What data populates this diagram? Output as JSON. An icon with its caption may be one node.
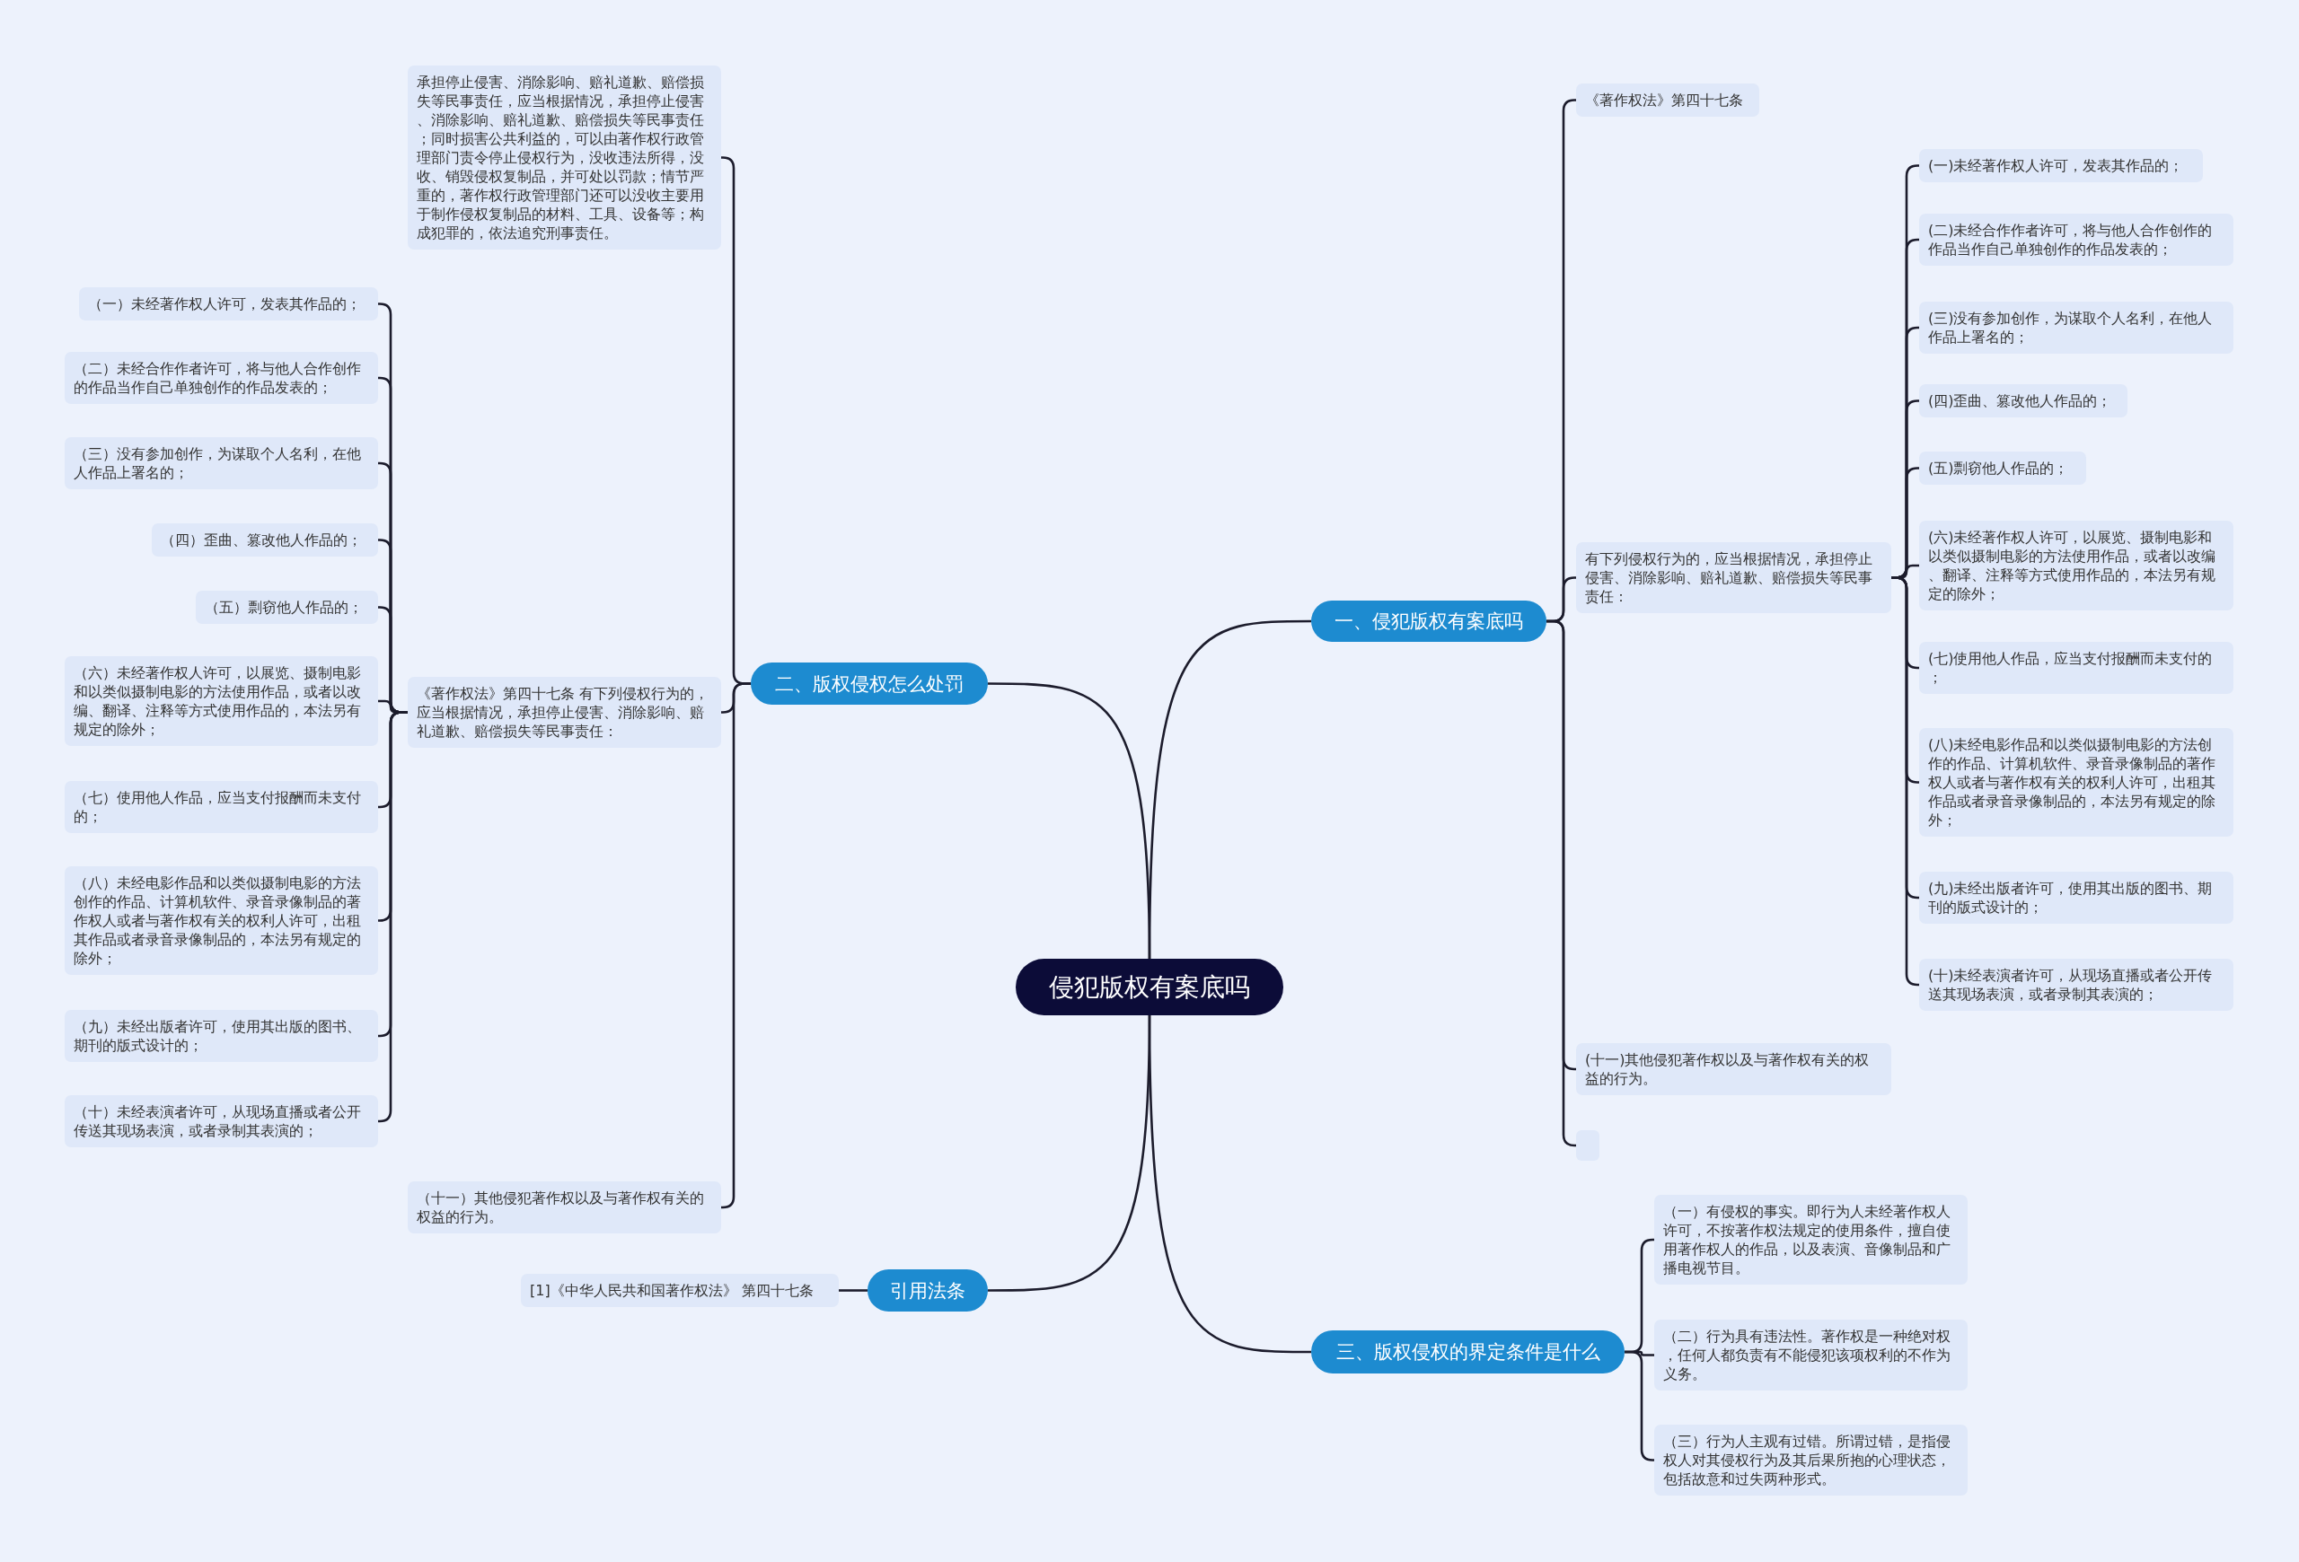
{
  "diagram": {
    "nodes": [
      {
        "text": [
          "侵犯版权有案底吗"
        ]
      },
      {
        "text": [
          "一、侵犯版权有案底吗"
        ]
      },
      {
        "text": [
          "《著作权法》第四十七条"
        ]
      },
      {
        "text": [
          "有下列侵权行为的，应当根据情况，承担停止侵害、消除影响、赔礼道歉、赔偿损失等民事责任："
        ]
      },
      {
        "text": [
          "(一)未经著作权人许可，发表其作品的；"
        ]
      },
      {
        "text": [
          "(二)未经合作作者许可，将与他人合作创作的作品当作自己单独创作的作品发表的；"
        ]
      },
      {
        "text": [
          "(三)没有参加创作，为谋取个人名利，在他人作品上署名的；"
        ]
      },
      {
        "text": [
          "(四)歪曲、篡改他人作品的；"
        ]
      },
      {
        "text": [
          "(五)剽窃他人作品的；"
        ]
      },
      {
        "text": [
          "(六)未经著作权人许可，以展览、摄制电影和以类似摄制电影的方法使用作品，或者以改编、翻译、注释等方式使用作品的，本法另有规定的除外；"
        ]
      },
      {
        "text": [
          "(七)使用他人作品，应当支付报酬而未支付的；"
        ]
      },
      {
        "text": [
          "(八)未经电影作品和以类似摄制电影的方法创作的作品、计算机软件、录音录像制品的著作权人或者与著作权有关的权利人许可，出租其作品或者录音录像制品的，本法另有规定的除外；"
        ]
      },
      {
        "text": [
          "(九)未经出版者许可，使用其出版的图书、期刊的版式设计的；"
        ]
      },
      {
        "text": [
          "(十)未经表演者许可，从现场直播或者公开传送其现场表演，或者录制其表演的；"
        ]
      },
      {
        "text": [
          "(十一)其他侵犯著作权以及与著作权有关的权益的行为。"
        ]
      },
      {
        "text": [],
        "shape": "box"
      },
      {
        "text": [
          "二、版权侵权怎么处罚"
        ]
      },
      {
        "text": [
          "承担停止侵害、消除影响、赔礼道歉、赔偿损失等民事责任，应当根据情况，承担停止侵害、消除影响、赔礼道歉、赔偿损失等民事责任；同时损害公共利益的，可以由著作权行政管理部门责令停止侵权行为，没收违法所得，没收、销毁侵权复制品，并可处以罚款；情节严重的，著作权行政管理部门还可以没收主要用于制作侵权复制品的材料、工具、设备等；构成犯罪的，依法追究刑事责任。"
        ]
      },
      {
        "text": [
          "《著作权法》第四十七条 有下列侵权行为的，应当根据情况，承担停止侵害、消除影响、赔礼道歉、赔偿损失等民事责任："
        ]
      },
      {
        "text": [
          "（一）未经著作权人许可，发表其作品的；"
        ]
      },
      {
        "text": [
          "（二）未经合作作者许可，将与他人合作创作的作品当作自己单独创作的作品发表的；"
        ]
      },
      {
        "text": [
          "（三）没有参加创作，为谋取个人名利，在他人作品上署名的；"
        ]
      },
      {
        "text": [
          "（四）歪曲、篡改他人作品的；"
        ]
      },
      {
        "text": [
          "（五）剽窃他人作品的；"
        ]
      },
      {
        "text": [
          "（六）未经著作权人许可，以展览、摄制电影和以类似摄制电影的方法使用作品，或者以改编、翻译、注释等方式使用作品的，本法另有规定的除外；"
        ]
      },
      {
        "text": [
          "（七）使用他人作品，应当支付报酬而未支付的；"
        ]
      },
      {
        "text": [
          "（八）未经电影作品和以类似摄制电影的方法创作的作品、计算机软件、录音录像制品的著作权人或者与著作权有关的权利人许可，出租其作品或者录音录像制品的，本法另有规定的除外；"
        ]
      },
      {
        "text": [
          "（九）未经出版者许可，使用其出版的图书、期刊的版式设计的；"
        ]
      },
      {
        "text": [
          "（十）未经表演者许可，从现场直播或者公开传送其现场表演，或者录制其表演的；"
        ]
      },
      {
        "text": [
          "（十一）其他侵犯著作权以及与著作权有关的权益的行为。"
        ]
      },
      {
        "text": [
          "引用法条"
        ]
      },
      {
        "text": [
          "[1]《中华人民共和国著作权法》 第四十七条"
        ]
      },
      {
        "text": [
          "三、版权侵权的界定条件是什么"
        ]
      },
      {
        "text": [
          "（一）有侵权的事实。即行为人未经著作权人许可，不按著作权法规定的使用条件，擅自使用著作权人的作品，以及表演、音像制品和广播电视节目。"
        ]
      },
      {
        "text": [
          "（二）行为具有违法性。著作权是一种绝对权，任何人都负责有不能侵犯该项权利的不作为义务。"
        ]
      },
      {
        "text": [
          "（三）行为人主观有过错。所谓过错，是指侵权人对其侵权行为及其后果所抱的心理状态，包括故意和过失两种形式。"
        ]
      }
    ],
    "edges": [
      {
        "from": 0,
        "to": 1,
        "arrow": "none"
      },
      {
        "from": 1,
        "to": 2,
        "arrow": "none"
      },
      {
        "from": 1,
        "to": 3,
        "arrow": "none"
      },
      {
        "from": 3,
        "to": 4,
        "arrow": "none"
      },
      {
        "from": 3,
        "to": 5,
        "arrow": "none"
      },
      {
        "from": 3,
        "to": 6,
        "arrow": "none"
      },
      {
        "from": 3,
        "to": 7,
        "arrow": "none"
      },
      {
        "from": 3,
        "to": 8,
        "arrow": "none"
      },
      {
        "from": 3,
        "to": 9,
        "arrow": "none"
      },
      {
        "from": 3,
        "to": 10,
        "arrow": "none"
      },
      {
        "from": 3,
        "to": 11,
        "arrow": "none"
      },
      {
        "from": 3,
        "to": 12,
        "arrow": "none"
      },
      {
        "from": 3,
        "to": 13,
        "arrow": "none"
      },
      {
        "from": 1,
        "to": 14,
        "arrow": "none"
      },
      {
        "from": 1,
        "to": 15,
        "arrow": "none"
      },
      {
        "from": 0,
        "to": 16,
        "arrow": "none"
      },
      {
        "from": 16,
        "to": 17,
        "arrow": "none"
      },
      {
        "from": 16,
        "to": 18,
        "arrow": "none"
      },
      {
        "from": 18,
        "to": 19,
        "arrow": "none"
      },
      {
        "from": 18,
        "to": 20,
        "arrow": "none"
      },
      {
        "from": 18,
        "to": 21,
        "arrow": "none"
      },
      {
        "from": 18,
        "to": 22,
        "arrow": "none"
      },
      {
        "from": 18,
        "to": 23,
        "arrow": "none"
      },
      {
        "from": 18,
        "to": 24,
        "arrow": "none"
      },
      {
        "from": 18,
        "to": 25,
        "arrow": "none"
      },
      {
        "from": 18,
        "to": 26,
        "arrow": "none"
      },
      {
        "from": 18,
        "to": 27,
        "arrow": "none"
      },
      {
        "from": 18,
        "to": 28,
        "arrow": "none"
      },
      {
        "from": 16,
        "to": 29,
        "arrow": "none"
      },
      {
        "from": 0,
        "to": 30,
        "arrow": "none"
      },
      {
        "from": 30,
        "to": 31,
        "arrow": "none"
      },
      {
        "from": 0,
        "to": 32,
        "arrow": "none"
      },
      {
        "from": 32,
        "to": 33,
        "arrow": "none"
      },
      {
        "from": 32,
        "to": 34,
        "arrow": "none"
      },
      {
        "from": 32,
        "to": 35,
        "arrow": "none"
      }
    ]
  }
}
